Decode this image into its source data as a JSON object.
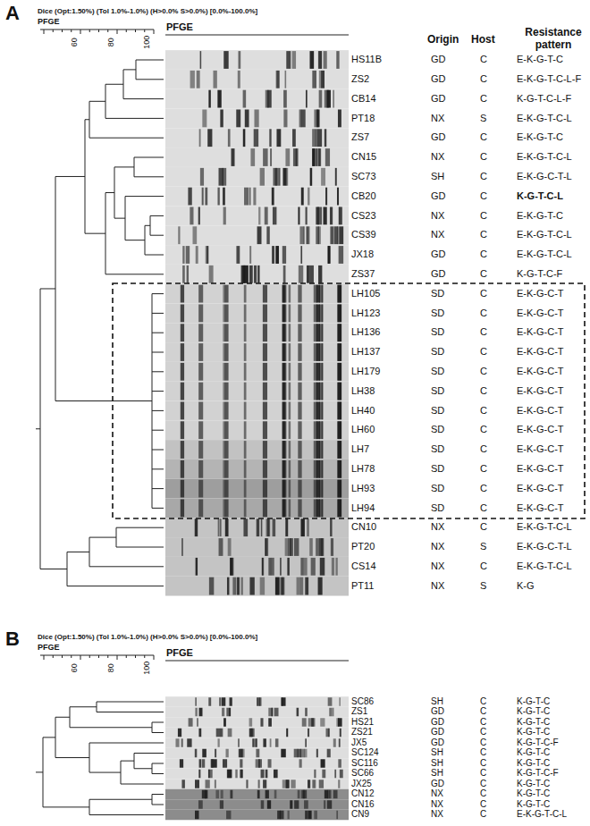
{
  "diagram": {
    "labels": [
      "A",
      "Dice (Opt:1.50%) (Tol 1.0%-1.0%) (H>0.0% S>0.0%) [0.0%-100.0%]",
      "PFGE",
      "60",
      "80",
      "100",
      "PFGE",
      "Origin",
      "Host",
      "Resistance pattern",
      "HS11B",
      "GD",
      "C",
      "E-K-G-T-C",
      "ZS2",
      "GD",
      "C",
      "E-K-G-T-C-L-F",
      "CB14",
      "GD",
      "C",
      "K-G-T-C-L-F",
      "PT18",
      "NX",
      "S",
      "E-K-G-T-C-L",
      "ZS7",
      "GD",
      "C",
      "E-K-G-T-C",
      "CN15",
      "NX",
      "C",
      "E-K-G-T-C-L",
      "SC73",
      "SH",
      "C",
      "E-K-G-C-T-L",
      "CB20",
      "GD",
      "C",
      "K-G-T-C-L",
      "CS23",
      "NX",
      "C",
      "E-K-G-T-C",
      "CS39",
      "NX",
      "C",
      "E-K-G-T-C-L",
      "JX18",
      "GD",
      "C",
      "E-K-G-T-C-L",
      "ZS37",
      "GD",
      "C",
      "K-G-T-C-F",
      "LH105",
      "SD",
      "C",
      "E-K-G-C-T",
      "LH123",
      "SD",
      "C",
      "E-K-G-C-T",
      "LH136",
      "SD",
      "C",
      "E-K-G-C-T",
      "LH137",
      "SD",
      "C",
      "E-K-G-C-T",
      "LH179",
      "SD",
      "C",
      "E-K-G-C-T",
      "LH38",
      "SD",
      "C",
      "E-K-G-C-T",
      "LH40",
      "SD",
      "C",
      "E-K-G-C-T",
      "LH60",
      "SD",
      "C",
      "E-K-G-C-T",
      "LH7",
      "SD",
      "C",
      "E-K-G-C-T",
      "LH78",
      "SD",
      "C",
      "E-K-G-C-T",
      "LH93",
      "SD",
      "C",
      "E-K-G-C-T",
      "LH94",
      "SD",
      "C",
      "E-K-G-C-T",
      "CN10",
      "NX",
      "C",
      "E-K-G-T-C-L",
      "PT20",
      "NX",
      "S",
      "E-K-G-C-T-L",
      "CS14",
      "NX",
      "C",
      "E-K-G-T-C-L",
      "PT11",
      "NX",
      "S",
      "K-G",
      "B",
      "Dice (Opt:1.50%) (Tol 1.0%-1.0%) (H>0.0% S>0.0%) [0.0%-100.0%]",
      "PFGE",
      "60",
      "80",
      "100",
      "PFGE",
      "SC86",
      "SH",
      "C",
      "K-G-T-C",
      "ZS1",
      "GD",
      "C",
      "K-G-T-C",
      "HS21",
      "GD",
      "C",
      "K-G-T-C",
      "ZS21",
      "GD",
      "C",
      "K-G-T-C",
      "JX5",
      "GD",
      "C",
      "K-G-T-C-F",
      "SC124",
      "SH",
      "C",
      "K-G-T-C",
      "SC116",
      "SH",
      "C",
      "K-G-T-C",
      "SC66",
      "SH",
      "C",
      "K-G-T-C-F",
      "JX25",
      "GD",
      "C",
      "K-G-T-C",
      "CN12",
      "NX",
      "C",
      "K-G-T-C",
      "CN16",
      "NX",
      "C",
      "K-G-T-C",
      "CN9",
      "NX",
      "C",
      "E-K-G-T-C-L"
    ]
  }
}
